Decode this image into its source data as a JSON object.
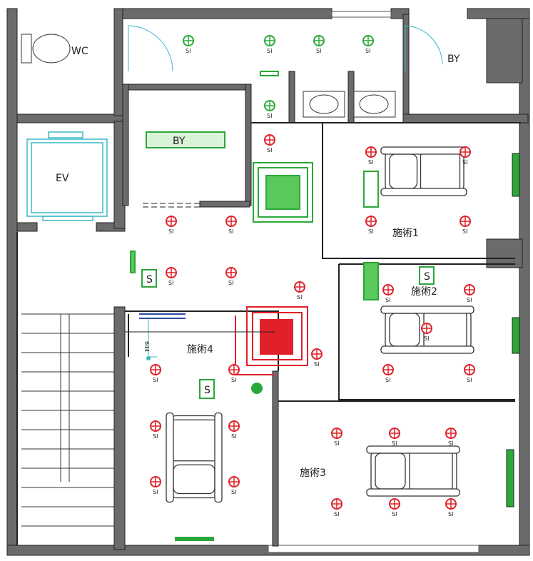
{
  "plan": {
    "rooms": {
      "wc": "WC",
      "by_top_right": "BY",
      "by_center": "BY",
      "ev": "EV",
      "treatment1": "施術1",
      "treatment2": "施術2",
      "treatment3": "施術3",
      "treatment4": "施術4"
    },
    "sensor_label": "SI",
    "switch_label": "S",
    "dimension_label": "644"
  },
  "colors": {
    "wall": "#6b6b6b",
    "sensor_red": "#e0202a",
    "equipment_green": "#2aa83a",
    "ev_cyan": "#3ab8c8",
    "duct_blue": "#2a4aa0"
  }
}
